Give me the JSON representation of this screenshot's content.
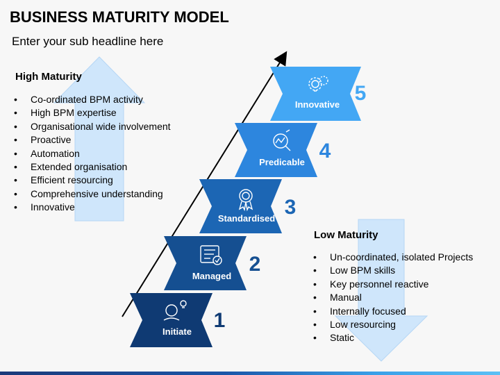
{
  "header": {
    "title": "BUSINESS MATURITY MODEL",
    "subtitle": "Enter your sub headline here"
  },
  "high_maturity": {
    "title": "High Maturity",
    "items": [
      "Co-ordinated BPM activity",
      "High BPM expertise",
      "Organisational wide involvement",
      "Proactive",
      "Automation",
      "Extended organisation",
      "Efficient resourcing",
      "Comprehensive understanding",
      "Innovative"
    ]
  },
  "low_maturity": {
    "title": "Low Maturity",
    "items": [
      "Un-coordinated, isolated Projects",
      "Low BPM skills",
      "Key personnel reactive",
      "Manual",
      "Internally focused",
      "Low resourcing",
      "Static"
    ]
  },
  "stages": [
    {
      "number": "1",
      "label": "Initiate",
      "icon": "thinking-person-icon",
      "color": "#0f3a73"
    },
    {
      "number": "2",
      "label": "Managed",
      "icon": "checklist-icon",
      "color": "#154f91"
    },
    {
      "number": "3",
      "label": "Standardised",
      "icon": "award-badge-icon",
      "color": "#1c66b4"
    },
    {
      "number": "4",
      "label": "Predicable",
      "icon": "analytics-magnifier-icon",
      "color": "#2d86de"
    },
    {
      "number": "5",
      "label": "Innovative",
      "icon": "gear-bulb-icon",
      "color": "#43a7f4"
    }
  ],
  "colors": {
    "up_arrow": "#cfe6fb",
    "down_arrow": "#cfe6fb",
    "trend_line": "#000000",
    "footer_dark": "#1a3a7a",
    "footer_light": "#5cc0f5"
  }
}
